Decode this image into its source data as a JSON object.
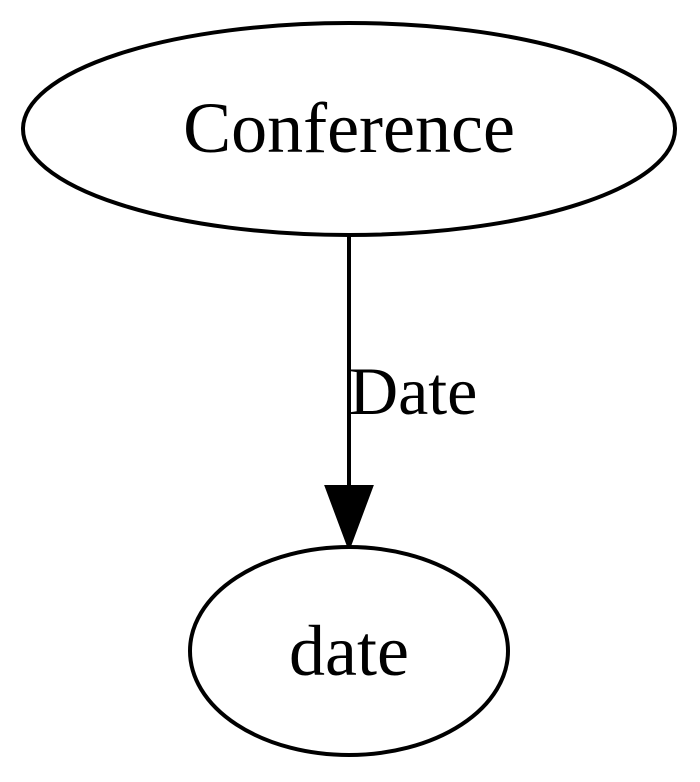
{
  "graph": {
    "nodes": [
      {
        "id": "conference",
        "label": "Conference"
      },
      {
        "id": "date",
        "label": "date"
      }
    ],
    "edges": [
      {
        "from": "conference",
        "to": "date",
        "label": "Date"
      }
    ],
    "colors": {
      "stroke": "#000000",
      "fill": "#ffffff",
      "background": "#ffffff"
    }
  }
}
